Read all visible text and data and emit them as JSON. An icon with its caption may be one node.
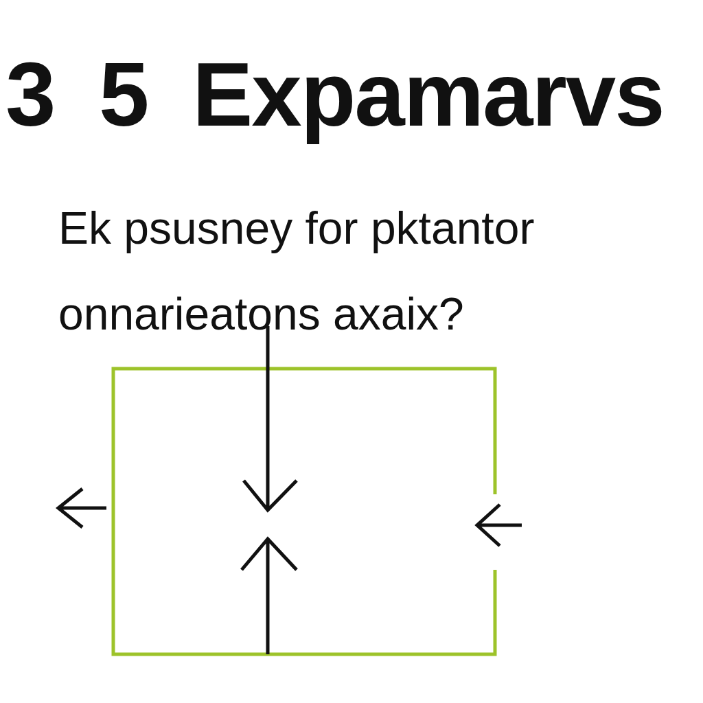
{
  "diagram": {
    "title": "3 5 Expamarvs",
    "nodes": [
      {
        "text": [],
        "shape": "box"
      }
    ],
    "labels": [
      "Ek psusney for pktantor onnarieatons axaix?"
    ]
  }
}
